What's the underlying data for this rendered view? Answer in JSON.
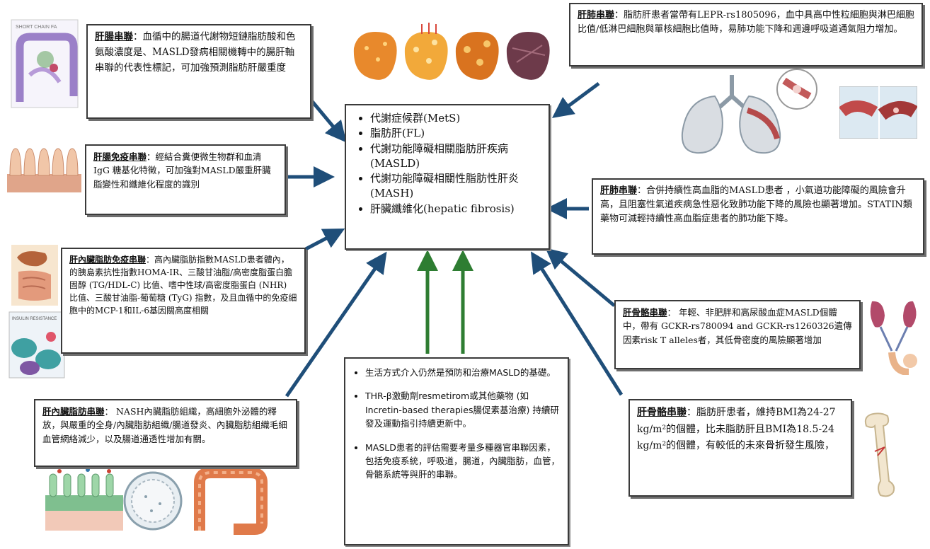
{
  "center": {
    "items": [
      "代謝症候群(MetS)",
      "脂肪肝(FL)",
      "代謝功能障礙相關脂肪肝疾病 (MASLD)",
      "代謝功能障礙相關性脂肪性肝炎 (MASH)",
      "肝臟纖維化(hepatic fibrosis)"
    ]
  },
  "boxes": {
    "gut_liver": {
      "title": "肝腸串聯",
      "text": "：血循中的腸道代謝物短鏈脂肪酸和色氨酸濃度是、MASLD發病相關機轉中的腸肝軸串聯的代表性標記，可加強預測脂肪肝嚴重度"
    },
    "gut_immune": {
      "title": "肝腸免疫串聯",
      "text": "：經結合糞便微生物群和血清 IgG 糖基化特徵，可加強對MASLD嚴重肝臟脂變性和纖維化程度的識別"
    },
    "visceral_immune": {
      "title": "肝內臟脂肪免疫串聯",
      "text": "：高內臟脂肪指數MASLD患者體內，的胰島素抗性指數HOMA-IR、三酸甘油脂/高密度脂蛋白膽固醇 (TG/HDL-C) 比值、嗜中性球/高密度脂蛋白 (NHR) 比值、三酸甘油脂-葡萄糖 (TyG) 指數，及且血循中的免疫細胞中的MCP-1和IL-6基因關高度相關"
    },
    "visceral": {
      "title": "肝內臟脂肪串聯",
      "text": "： NASH內臟脂肪組織，高細胞外泌體的釋放，與嚴重的全身/內臟脂肪組織/腸道發炎、內臟脂肪組織毛細血管網絡減少，以及腸道通透性增加有關。"
    },
    "lung1": {
      "title": "肝肺串聯",
      "text": "：脂肪肝患者當帶有LEPR-rs1805096，血中具高中性粒細胞與淋巴細胞比值/低淋巴細胞與單核細胞比值時，易肺功能下降和週邊呼吸道通氣阻力增加。"
    },
    "lung2": {
      "title": "肝肺串聯",
      "text": "：合併持續性高血脂的MASLD患者 ，小氣道功能障礙的風險會升高，且阻塞性氣道疾病急性惡化致肺功能下降的風險也顯著增加。STATIN類藥物可減輕持續性高血脂症患者的肺功能下降。"
    },
    "bone1": {
      "title": "肝骨骼串聯",
      "text": "： 年輕、非肥胖和高尿酸血症MASLD個體中，帶有 GCKR-rs780094 and GCKR-rs1260326遺傳因素risk T alleles者，其低骨密度的風險顯著增加"
    },
    "bone2": {
      "title": "肝骨骼串聯",
      "text": "：脂肪肝患者，維持BMI為24-27 kg/m²的個體，比未脂肪肝且BMI為18.5-24 kg/m²的個體，有較低的未來骨折發生風險，"
    }
  },
  "bottom": {
    "items": [
      "生活方式介入仍然是預防和治療MASLD的基礎。",
      "THR-β激動劑resmetirom或其他藥物 (如Incretin-based therapies腸促素基治療) 持續研發及運動指引持續更新中。",
      "MASLD患者的評估需要考量多種器官串聯因素，包括免疫系統，呼吸道，腸道，內臟脂肪，血管，骨骼系統等與肝的串聯。"
    ]
  },
  "illustrations": {
    "chart_thumb_caption": "SHORT CHAIN FA",
    "infographic_caption": "INSULIN RESISTANCE"
  },
  "colors": {
    "arrow_blue": "#1f4e79",
    "arrow_green": "#2e7d32",
    "liver_orange": "#e8892c"
  }
}
